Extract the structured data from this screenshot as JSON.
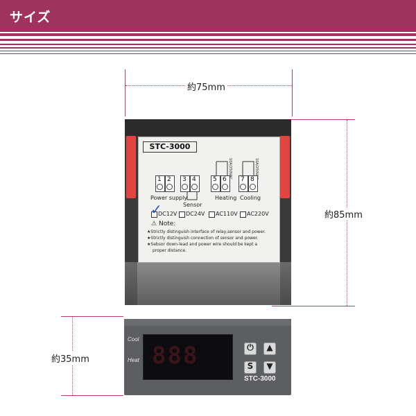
{
  "header": {
    "title": "サイズ",
    "color": "#a0325f"
  },
  "dimensions": {
    "width": "約75mm",
    "height": "約85mm",
    "depth": "約35mm",
    "line_color": "#c23a62"
  },
  "label": {
    "model": "STC-3000",
    "terminals": [
      "1",
      "2",
      "3",
      "4",
      "5",
      "6",
      "7",
      "8"
    ],
    "power_supply": "Power supply",
    "sensor": "Sensor",
    "heating": "Heating",
    "cooling": "Cooling",
    "relay_rating_1": "10A/250VAC",
    "relay_rating_2": "10A/250VAC",
    "options": [
      "DC12V",
      "DC24V",
      "AC110V",
      "AC220V"
    ],
    "note_title": "Note:",
    "notes": [
      "★Strictly distinguish interface of relay,sensor and power.",
      "★Strictly distinguish connection of sensor and power.",
      "★Sebsor down-lead and power wire should be kept a",
      "proper distance."
    ]
  },
  "panel": {
    "cool_label": "Cool",
    "heat_label": "Heat",
    "model": "STC-3000",
    "s_label": "S",
    "display_text": "888"
  }
}
